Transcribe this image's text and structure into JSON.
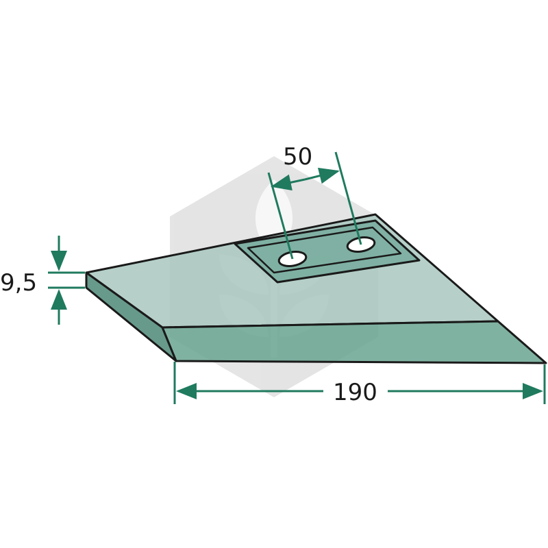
{
  "diagram": {
    "subject": "chisel-plough-blade-share-drawing",
    "dimensions": {
      "thickness": "9,5",
      "hole_spacing": "50",
      "length": "190"
    },
    "colors": {
      "part_top": "#a9c8bf",
      "part_front": "#6aa592",
      "part_edge": "#588f7e",
      "plate": "#6ea797",
      "outline": "#1a1a1a",
      "dimension_line": "#1f7a5e",
      "watermark": "#d9d9d9"
    },
    "watermark_logo": "leaf-hexagon-logo"
  }
}
